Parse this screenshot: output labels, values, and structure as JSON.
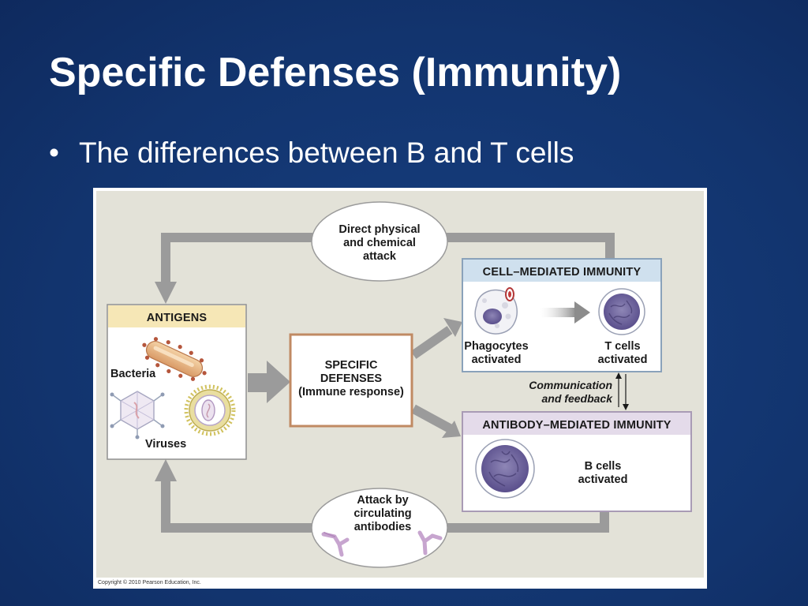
{
  "slide": {
    "title": "Specific Defenses (Immunity)",
    "bullet": "The differences between B and T cells",
    "bullet_marker": "•"
  },
  "figure": {
    "direct_attack": [
      "Direct physical",
      "and chemical",
      "attack"
    ],
    "antigens": {
      "header": "ANTIGENS",
      "bacteria_label": "Bacteria",
      "viruses_label": "Viruses"
    },
    "specific_defenses": [
      "SPECIFIC",
      "DEFENSES",
      "(Immune response)"
    ],
    "cell_mediated": {
      "header": "CELL–MEDIATED IMMUNITY",
      "phagocytes_label": [
        "Phagocytes",
        "activated"
      ],
      "t_cells_label": [
        "T cells",
        "activated"
      ]
    },
    "communication": [
      "Communication",
      "and feedback"
    ],
    "antibody_mediated": {
      "header": "ANTIBODY–MEDIATED IMMUNITY",
      "b_cells_label": [
        "B cells",
        "activated"
      ]
    },
    "antibody_attack": [
      "Attack by",
      "circulating",
      "antibodies"
    ],
    "copyright": "Copyright © 2010 Pearson Education, Inc."
  },
  "colors": {
    "background": "#12346e",
    "diagram_bg": "#e3e2d8",
    "arrow_gray": "#9b9b9b",
    "antigens_header": "#f6e7b6",
    "cell_mediated_header": "#cfe0ee",
    "antibody_mediated_header": "#e4dbea",
    "specific_defenses_border": "#c08a63"
  }
}
